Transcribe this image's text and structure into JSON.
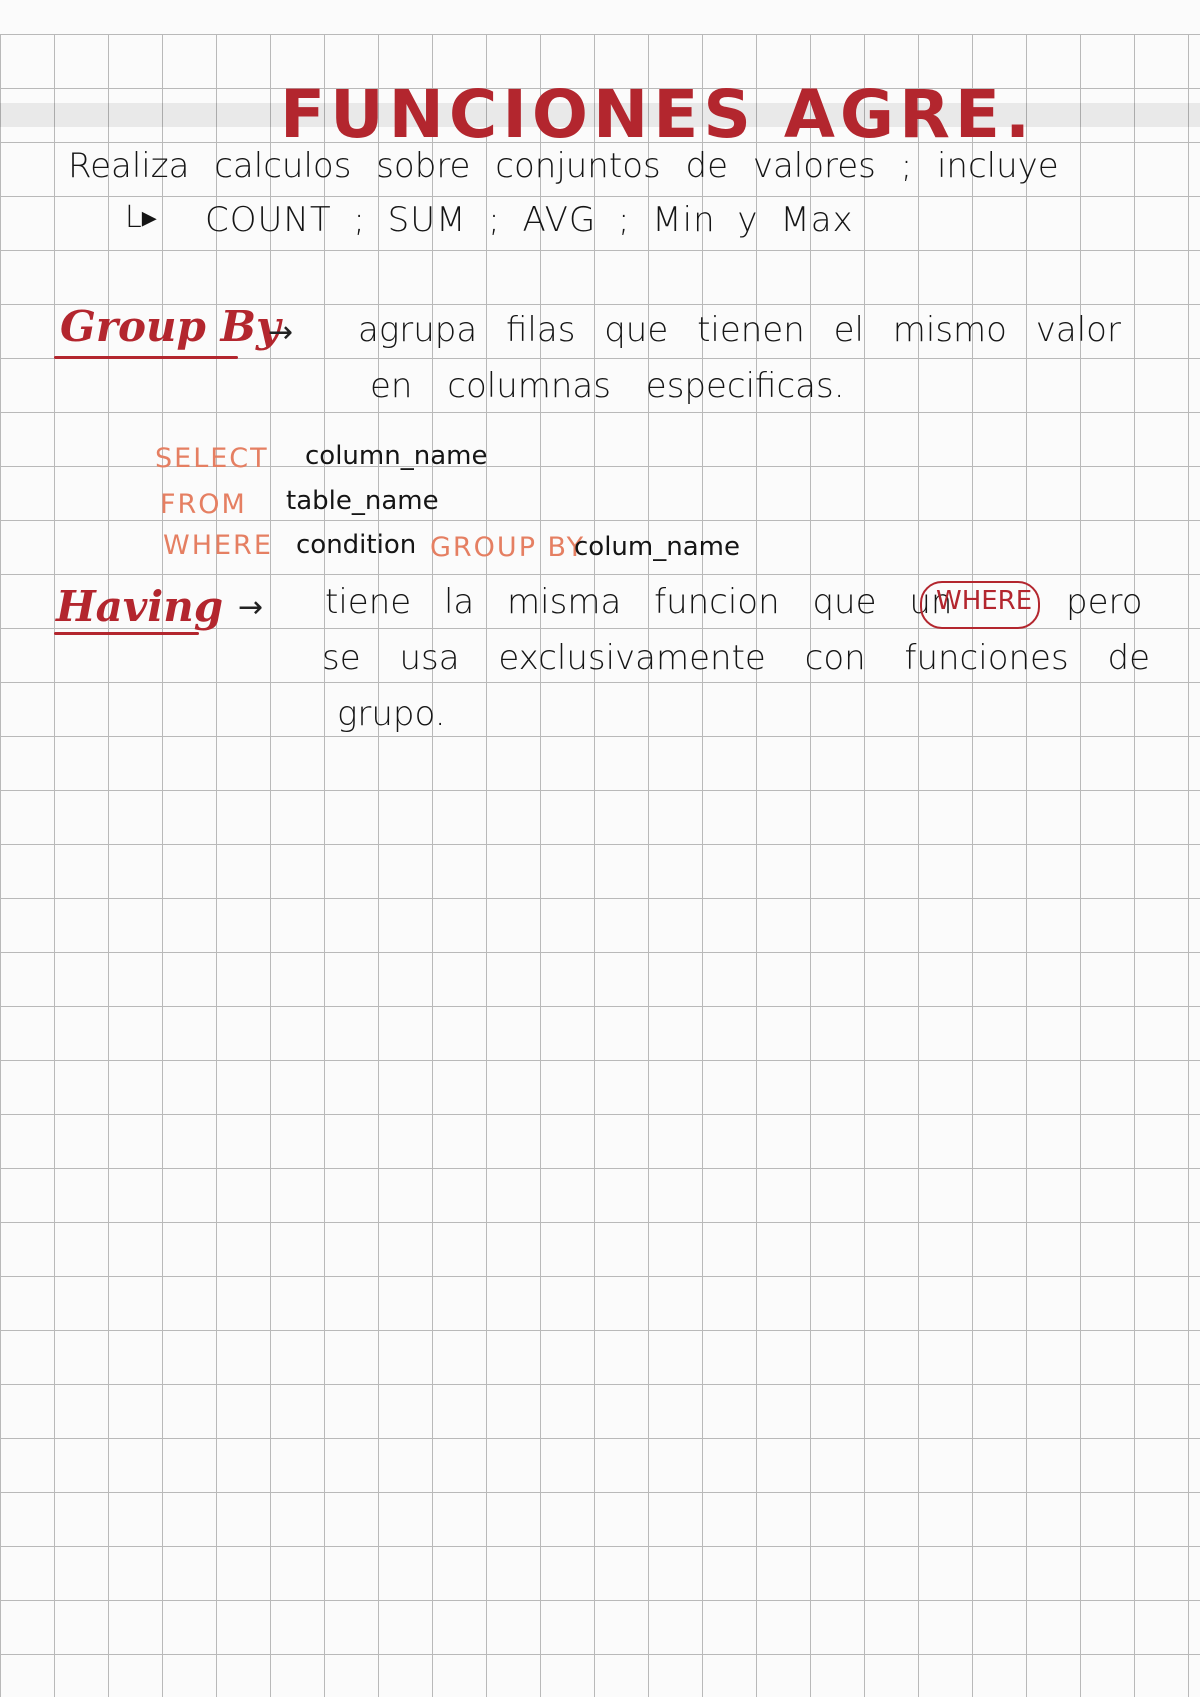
{
  "title": "FUNCIONES AGRE.",
  "intro": {
    "line1": "Realiza calculos sobre conjuntos de valores ; incluye",
    "arrow": "L▸",
    "line2": "COUNT ; SUM ; AVG ; Min y Max"
  },
  "group_by": {
    "heading": "Group By",
    "arrow": "→",
    "desc_line1": "agrupa filas que tienen el mismo valor",
    "desc_line2": "en columnas especificas.",
    "syntax": {
      "select_kw": "SELECT",
      "select_val": "column_name",
      "from_kw": "FROM",
      "from_val": "table_name",
      "where_kw": "WHERE",
      "where_val": "condition",
      "groupby_kw": "GROUP BY",
      "groupby_val": "colum_name"
    }
  },
  "having": {
    "heading": "Having",
    "arrow": "→",
    "line1_before": "tiene la misma funcion que un",
    "highlight": "WHERE",
    "line1_after": "pero",
    "line2": "se usa exclusivamente con funciones de",
    "line3": "grupo."
  },
  "colors": {
    "heading_red": "#b3262e",
    "keyword_salmon": "#e57f62",
    "ink": "#151515",
    "grid": "#b9b9b9",
    "paper": "#fbfbfb"
  }
}
